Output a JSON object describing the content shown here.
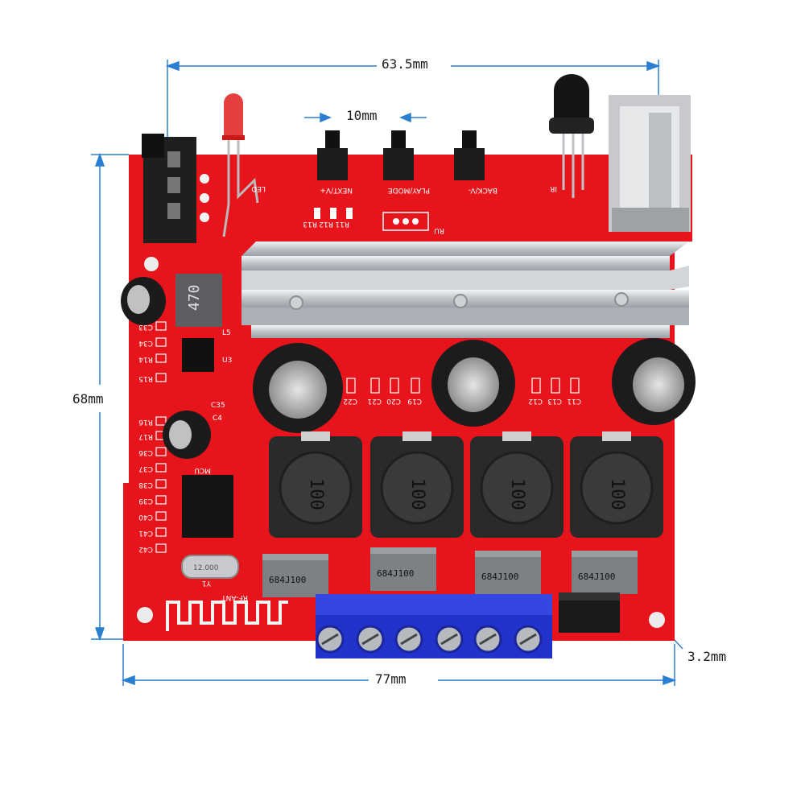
{
  "dimensions": {
    "top_width": "63.5mm",
    "button_spacing": "10mm",
    "height": "68mm",
    "bottom_width": "77mm",
    "hole_diameter": "3.2mm"
  },
  "silkscreen": {
    "led": "LED",
    "next": "NEXT/V+",
    "play": "PLAY/MODE",
    "back": "BACK/V-",
    "ir": "IR",
    "rf_ant": "RF-ANT",
    "mcu": "MCU",
    "ru": "RU",
    "resistors_top": [
      "R11",
      "R12",
      "R13"
    ],
    "left_labels": [
      "C33",
      "C34",
      "R14",
      "R15",
      "R16",
      "R17",
      "C36",
      "C37",
      "C38",
      "C39",
      "C40",
      "C41",
      "C42"
    ],
    "cap_labels": [
      "C22",
      "C21",
      "C20",
      "C19",
      "C12",
      "C13",
      "C11"
    ],
    "u3": "U3",
    "c35": "C35",
    "c4": "C4",
    "l5": "L5",
    "y1": "Y1"
  },
  "component_markings": {
    "inductor_small": "470",
    "power_inductor": "100",
    "film_capacitor": "684J100",
    "crystal": "12.000"
  },
  "colors": {
    "pcb": "#e8141c",
    "heatsink": "#c9ccd0",
    "terminal": "#2233cc",
    "inductor": "#2a2a2a"
  }
}
